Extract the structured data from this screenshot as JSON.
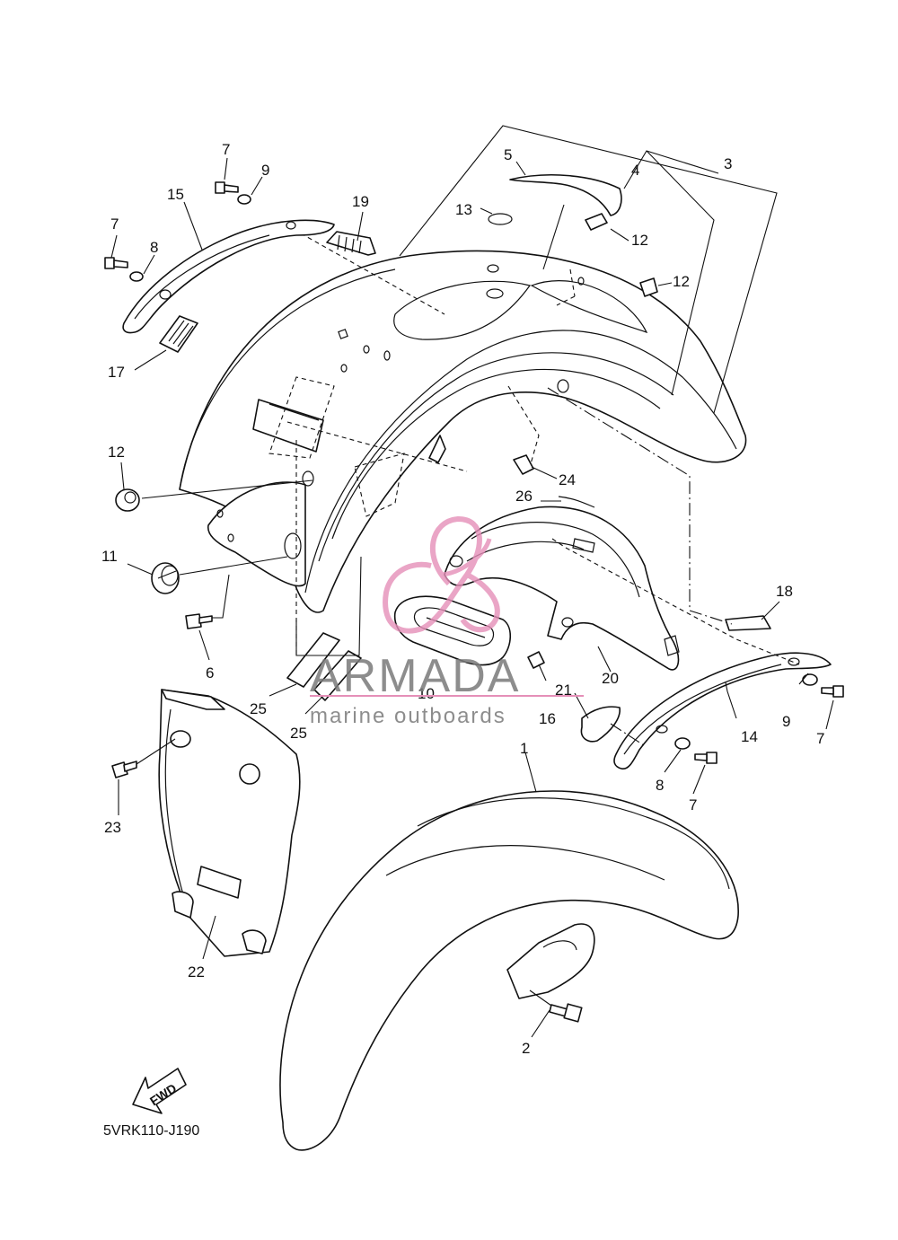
{
  "diagram": {
    "diagram_code": "5VRK110-J190",
    "direction_label": "FWD",
    "part_numbers": {
      "p1": "1",
      "p2": "2",
      "p3": "3",
      "p4": "4",
      "p5": "5",
      "p6": "6",
      "p7a": "7",
      "p7b": "7",
      "p7c": "7",
      "p7d": "7",
      "p8a": "8",
      "p8b": "8",
      "p9a": "9",
      "p9b": "9",
      "p10": "10",
      "p11": "11",
      "p12a": "12",
      "p12b": "12",
      "p12c": "12",
      "p13": "13",
      "p14": "14",
      "p15": "15",
      "p16": "16",
      "p17": "17",
      "p18": "18",
      "p19": "19",
      "p20": "20",
      "p21": "21",
      "p22": "22",
      "p23": "23",
      "p24": "24",
      "p25a": "25",
      "p25b": "25",
      "p26": "26"
    }
  },
  "watermark": {
    "brand": "ARMADA",
    "tagline": "marine outboards",
    "accent_color": "#e58fb8"
  }
}
